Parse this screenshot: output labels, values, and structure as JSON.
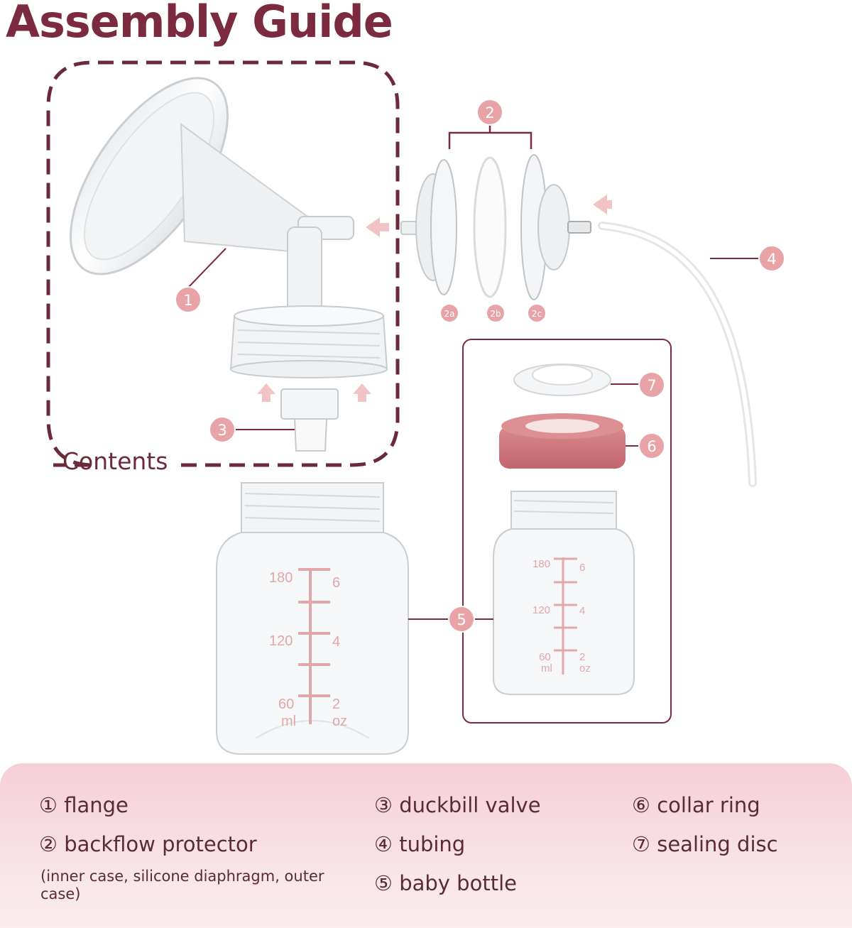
{
  "header": {
    "title": "Assembly Guide"
  },
  "contents_label": "Contents",
  "callouts": {
    "c1": "1",
    "c2": "2",
    "c3": "3",
    "c4": "4",
    "c5": "5",
    "c6": "6",
    "c7": "7",
    "c2a": "2a",
    "c2b": "2b",
    "c2c": "2c"
  },
  "bottle_large": {
    "marks_ml": [
      "180",
      "120",
      "60"
    ],
    "marks_oz": [
      "6",
      "4",
      "2"
    ],
    "unit_ml": "ml",
    "unit_oz": "oz"
  },
  "bottle_small": {
    "marks_ml": [
      "180",
      "120",
      "60"
    ],
    "marks_oz": [
      "6",
      "4",
      "2"
    ],
    "unit_ml": "ml",
    "unit_oz": "oz"
  },
  "legend": {
    "item1": "① flange",
    "item2": "② backflow protector",
    "item2_note": "(inner case, silicone diaphragm, outer case)",
    "item3": "③ duckbill valve",
    "item4": "④ tubing",
    "item5": "⑤ baby bottle",
    "item6": "⑥ collar ring",
    "item7": "⑦ sealing disc"
  },
  "colors": {
    "brand": "#7b2a3f",
    "badge": "#e8a3a6",
    "collar": "#c96f74",
    "legend_bg": "#f6dade"
  }
}
